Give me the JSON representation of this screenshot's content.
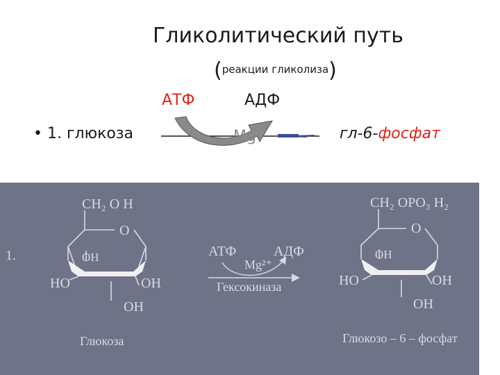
{
  "slide": {
    "title": "Гликолитический путь",
    "subtitle": {
      "open": "(",
      "text": "реакции гликолиза",
      "close": ")"
    },
    "reaction": {
      "bullet": "• 1. глюкоза",
      "cofactor_in": "АТФ",
      "cofactor_out": "АДФ",
      "ion": "Mg",
      "product_prefix": "гл-6-",
      "product_suffix": "фосфат"
    }
  },
  "figure": {
    "step_number": "1.",
    "substrate": {
      "ring_top": "CH₂ O H",
      "ring_oxygen": "O",
      "oh_c4": "OH",
      "ho_left": "HO",
      "oh_right": "OH",
      "oh_bottom": "OH",
      "name": "Глюкоза"
    },
    "arrow": {
      "cofactor_in": "АТФ",
      "cofactor_out": "АДФ",
      "ion": "Mg²⁺",
      "enzyme": "Гексокиназа"
    },
    "product": {
      "ring_top": "CH₂ OPO₃ H₂",
      "ring_oxygen": "O",
      "oh_c4": "OH",
      "ho_left": "HO",
      "oh_right": "OH",
      "oh_bottom": "OH",
      "name": "Глюкозо – 6 – фосфат"
    }
  },
  "colors": {
    "accent_red": "#e2231a",
    "panel_bg": "#6f7388",
    "panel_text": "#d8dae3",
    "arrow_blue": "#3a4f8f"
  }
}
